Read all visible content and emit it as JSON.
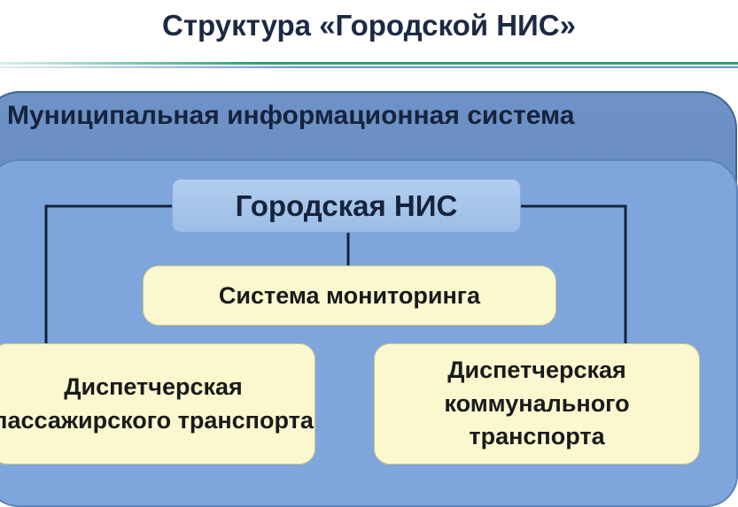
{
  "title": "Структура «Городской НИС»",
  "diagram": {
    "outer_label": "Муниципальная информационная система",
    "nis_box": "Городская НИС",
    "monitor_box": "Система мониторинга",
    "dispatch_left": "Диспетчерская пассажирского транспорта",
    "dispatch_right": "Диспетчерская коммунального транспорта"
  }
}
